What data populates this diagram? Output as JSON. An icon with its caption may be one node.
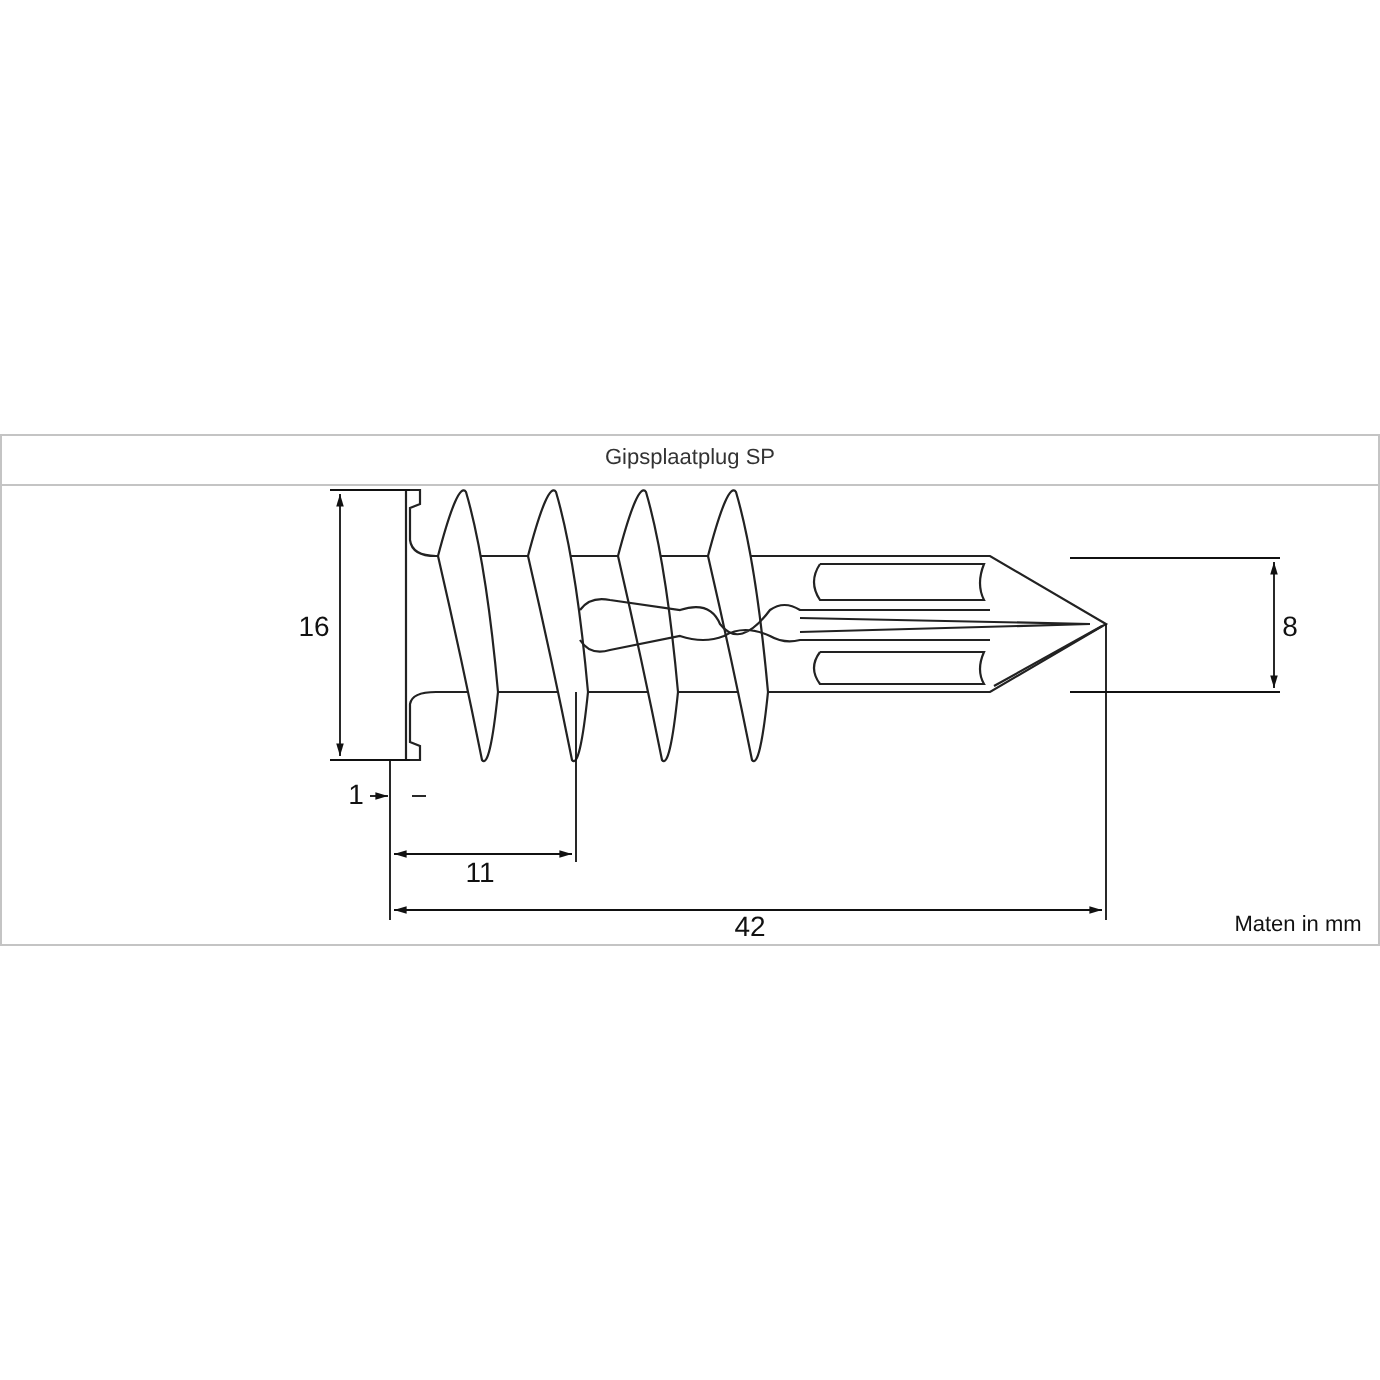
{
  "diagram": {
    "title": "Gipsplaatplug SP",
    "labels": [
      "16",
      "8",
      "1",
      "11",
      "42",
      "Maten in mm"
    ]
  }
}
